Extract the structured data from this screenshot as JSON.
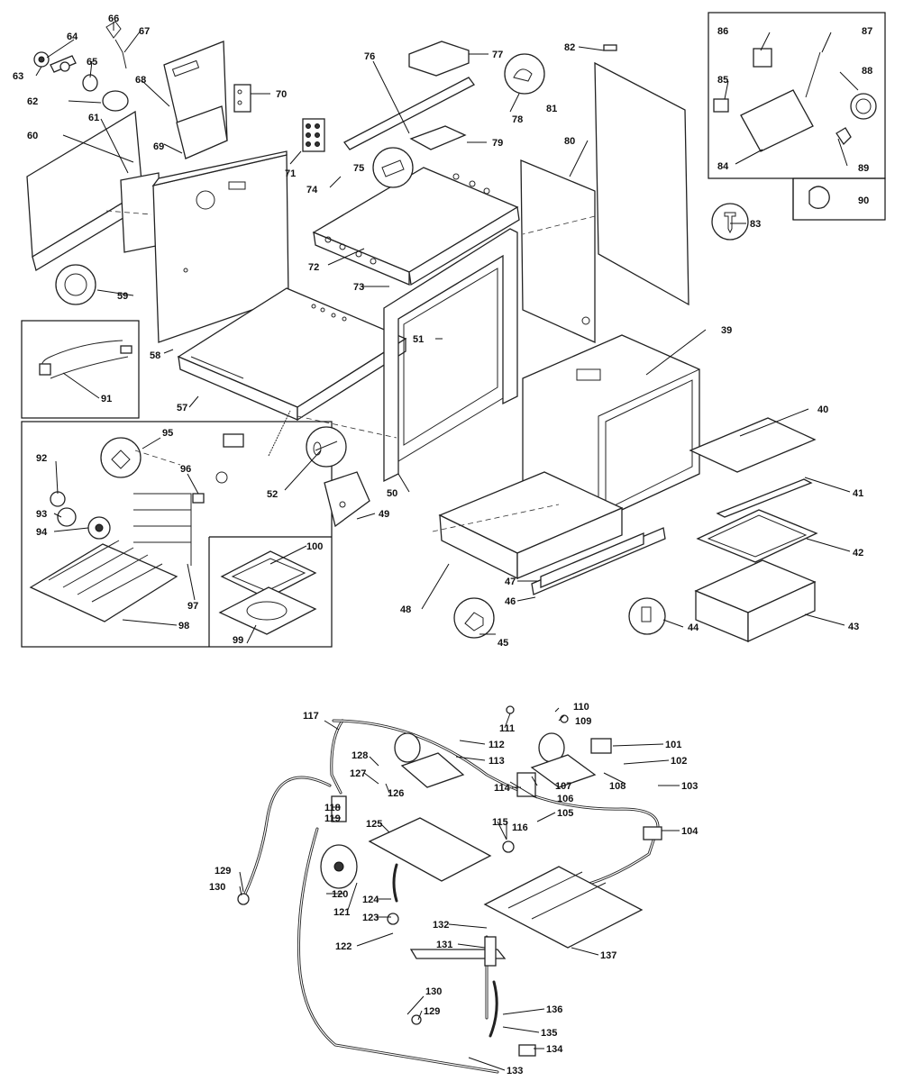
{
  "diagram": {
    "colors": {
      "ink": "#111111",
      "paper": "#ffffff"
    },
    "callouts": [
      {
        "n": "39",
        "label": "39"
      },
      {
        "n": "40",
        "label": "40"
      },
      {
        "n": "41",
        "label": "41"
      },
      {
        "n": "42",
        "label": "42"
      },
      {
        "n": "43",
        "label": "43"
      },
      {
        "n": "44",
        "label": "44"
      },
      {
        "n": "45",
        "label": "45"
      },
      {
        "n": "46",
        "label": "46"
      },
      {
        "n": "47",
        "label": "47"
      },
      {
        "n": "48",
        "label": "48"
      },
      {
        "n": "49",
        "label": "49"
      },
      {
        "n": "50",
        "label": "50"
      },
      {
        "n": "51",
        "label": "51"
      },
      {
        "n": "52",
        "label": "52"
      },
      {
        "n": "57",
        "label": "57"
      },
      {
        "n": "58",
        "label": "58"
      },
      {
        "n": "59",
        "label": "59"
      },
      {
        "n": "60",
        "label": "60"
      },
      {
        "n": "61",
        "label": "61"
      },
      {
        "n": "62",
        "label": "62"
      },
      {
        "n": "63",
        "label": "63"
      },
      {
        "n": "64",
        "label": "64"
      },
      {
        "n": "65",
        "label": "65"
      },
      {
        "n": "66",
        "label": "66"
      },
      {
        "n": "67",
        "label": "67"
      },
      {
        "n": "68",
        "label": "68"
      },
      {
        "n": "69",
        "label": "69"
      },
      {
        "n": "70",
        "label": "70"
      },
      {
        "n": "71",
        "label": "71"
      },
      {
        "n": "72",
        "label": "72"
      },
      {
        "n": "73",
        "label": "73"
      },
      {
        "n": "74",
        "label": "74"
      },
      {
        "n": "75",
        "label": "75"
      },
      {
        "n": "76",
        "label": "76"
      },
      {
        "n": "77",
        "label": "77"
      },
      {
        "n": "78",
        "label": "78"
      },
      {
        "n": "79",
        "label": "79"
      },
      {
        "n": "80",
        "label": "80"
      },
      {
        "n": "81",
        "label": "81"
      },
      {
        "n": "82",
        "label": "82"
      },
      {
        "n": "83",
        "label": "83"
      },
      {
        "n": "84",
        "label": "84"
      },
      {
        "n": "85",
        "label": "85"
      },
      {
        "n": "86",
        "label": "86"
      },
      {
        "n": "87",
        "label": "87"
      },
      {
        "n": "88",
        "label": "88"
      },
      {
        "n": "89",
        "label": "89"
      },
      {
        "n": "90",
        "label": "90"
      },
      {
        "n": "91",
        "label": "91"
      },
      {
        "n": "92",
        "label": "92"
      },
      {
        "n": "93",
        "label": "93"
      },
      {
        "n": "94",
        "label": "94"
      },
      {
        "n": "95",
        "label": "95"
      },
      {
        "n": "96",
        "label": "96"
      },
      {
        "n": "97",
        "label": "97"
      },
      {
        "n": "98",
        "label": "98"
      },
      {
        "n": "99",
        "label": "99"
      },
      {
        "n": "100",
        "label": "100"
      },
      {
        "n": "101",
        "label": "101"
      },
      {
        "n": "102",
        "label": "102"
      },
      {
        "n": "103",
        "label": "103"
      },
      {
        "n": "104",
        "label": "104"
      },
      {
        "n": "105",
        "label": "105"
      },
      {
        "n": "106",
        "label": "106"
      },
      {
        "n": "107",
        "label": "107"
      },
      {
        "n": "108",
        "label": "108"
      },
      {
        "n": "109",
        "label": "109"
      },
      {
        "n": "110",
        "label": "110"
      },
      {
        "n": "111",
        "label": "111"
      },
      {
        "n": "112",
        "label": "112"
      },
      {
        "n": "113",
        "label": "113"
      },
      {
        "n": "114",
        "label": "114"
      },
      {
        "n": "115",
        "label": "115"
      },
      {
        "n": "116",
        "label": "116"
      },
      {
        "n": "117",
        "label": "117"
      },
      {
        "n": "118",
        "label": "118"
      },
      {
        "n": "119",
        "label": "119"
      },
      {
        "n": "120",
        "label": "120"
      },
      {
        "n": "121",
        "label": "121"
      },
      {
        "n": "122",
        "label": "122"
      },
      {
        "n": "123",
        "label": "123"
      },
      {
        "n": "124",
        "label": "124"
      },
      {
        "n": "125",
        "label": "125"
      },
      {
        "n": "126",
        "label": "126"
      },
      {
        "n": "127",
        "label": "127"
      },
      {
        "n": "128",
        "label": "128"
      },
      {
        "n": "129a",
        "label": "129"
      },
      {
        "n": "129b",
        "label": "129"
      },
      {
        "n": "130a",
        "label": "130"
      },
      {
        "n": "130b",
        "label": "130"
      },
      {
        "n": "131",
        "label": "131"
      },
      {
        "n": "132",
        "label": "132"
      },
      {
        "n": "133",
        "label": "133"
      },
      {
        "n": "134",
        "label": "134"
      },
      {
        "n": "135",
        "label": "135"
      },
      {
        "n": "136",
        "label": "136"
      },
      {
        "n": "137",
        "label": "137"
      }
    ]
  }
}
